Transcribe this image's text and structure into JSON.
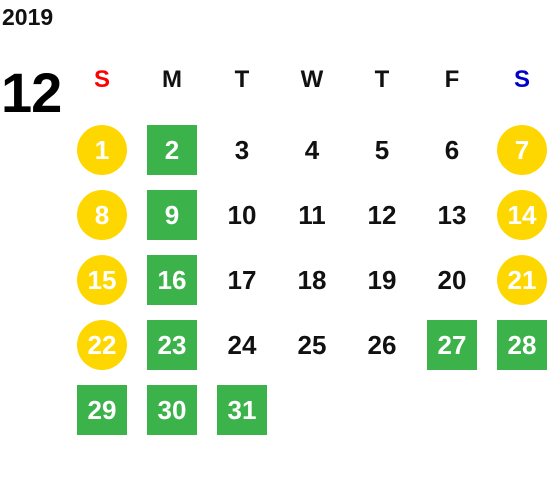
{
  "calendar": {
    "year": "2019",
    "month": "12",
    "colors": {
      "sunday_header": "#ff0000",
      "saturday_header": "#0000cc",
      "holiday_circle": "#ffd700",
      "highlight_square": "#3cb34a"
    },
    "weekdays": [
      {
        "label": "S",
        "color": "#ff0000"
      },
      {
        "label": "M",
        "color": "#111111"
      },
      {
        "label": "T",
        "color": "#111111"
      },
      {
        "label": "W",
        "color": "#111111"
      },
      {
        "label": "T",
        "color": "#111111"
      },
      {
        "label": "F",
        "color": "#111111"
      },
      {
        "label": "S",
        "color": "#0000cc"
      }
    ],
    "days": [
      {
        "day": "1",
        "style": "circle"
      },
      {
        "day": "2",
        "style": "green"
      },
      {
        "day": "3",
        "style": "plain"
      },
      {
        "day": "4",
        "style": "plain"
      },
      {
        "day": "5",
        "style": "plain"
      },
      {
        "day": "6",
        "style": "plain"
      },
      {
        "day": "7",
        "style": "circle"
      },
      {
        "day": "8",
        "style": "circle"
      },
      {
        "day": "9",
        "style": "green"
      },
      {
        "day": "10",
        "style": "plain"
      },
      {
        "day": "11",
        "style": "plain"
      },
      {
        "day": "12",
        "style": "plain"
      },
      {
        "day": "13",
        "style": "plain"
      },
      {
        "day": "14",
        "style": "circle"
      },
      {
        "day": "15",
        "style": "circle"
      },
      {
        "day": "16",
        "style": "green"
      },
      {
        "day": "17",
        "style": "plain"
      },
      {
        "day": "18",
        "style": "plain"
      },
      {
        "day": "19",
        "style": "plain"
      },
      {
        "day": "20",
        "style": "plain"
      },
      {
        "day": "21",
        "style": "circle"
      },
      {
        "day": "22",
        "style": "circle"
      },
      {
        "day": "23",
        "style": "green"
      },
      {
        "day": "24",
        "style": "plain"
      },
      {
        "day": "25",
        "style": "plain"
      },
      {
        "day": "26",
        "style": "plain"
      },
      {
        "day": "27",
        "style": "green"
      },
      {
        "day": "28",
        "style": "green"
      },
      {
        "day": "29",
        "style": "green"
      },
      {
        "day": "30",
        "style": "green"
      },
      {
        "day": "31",
        "style": "green"
      }
    ]
  }
}
